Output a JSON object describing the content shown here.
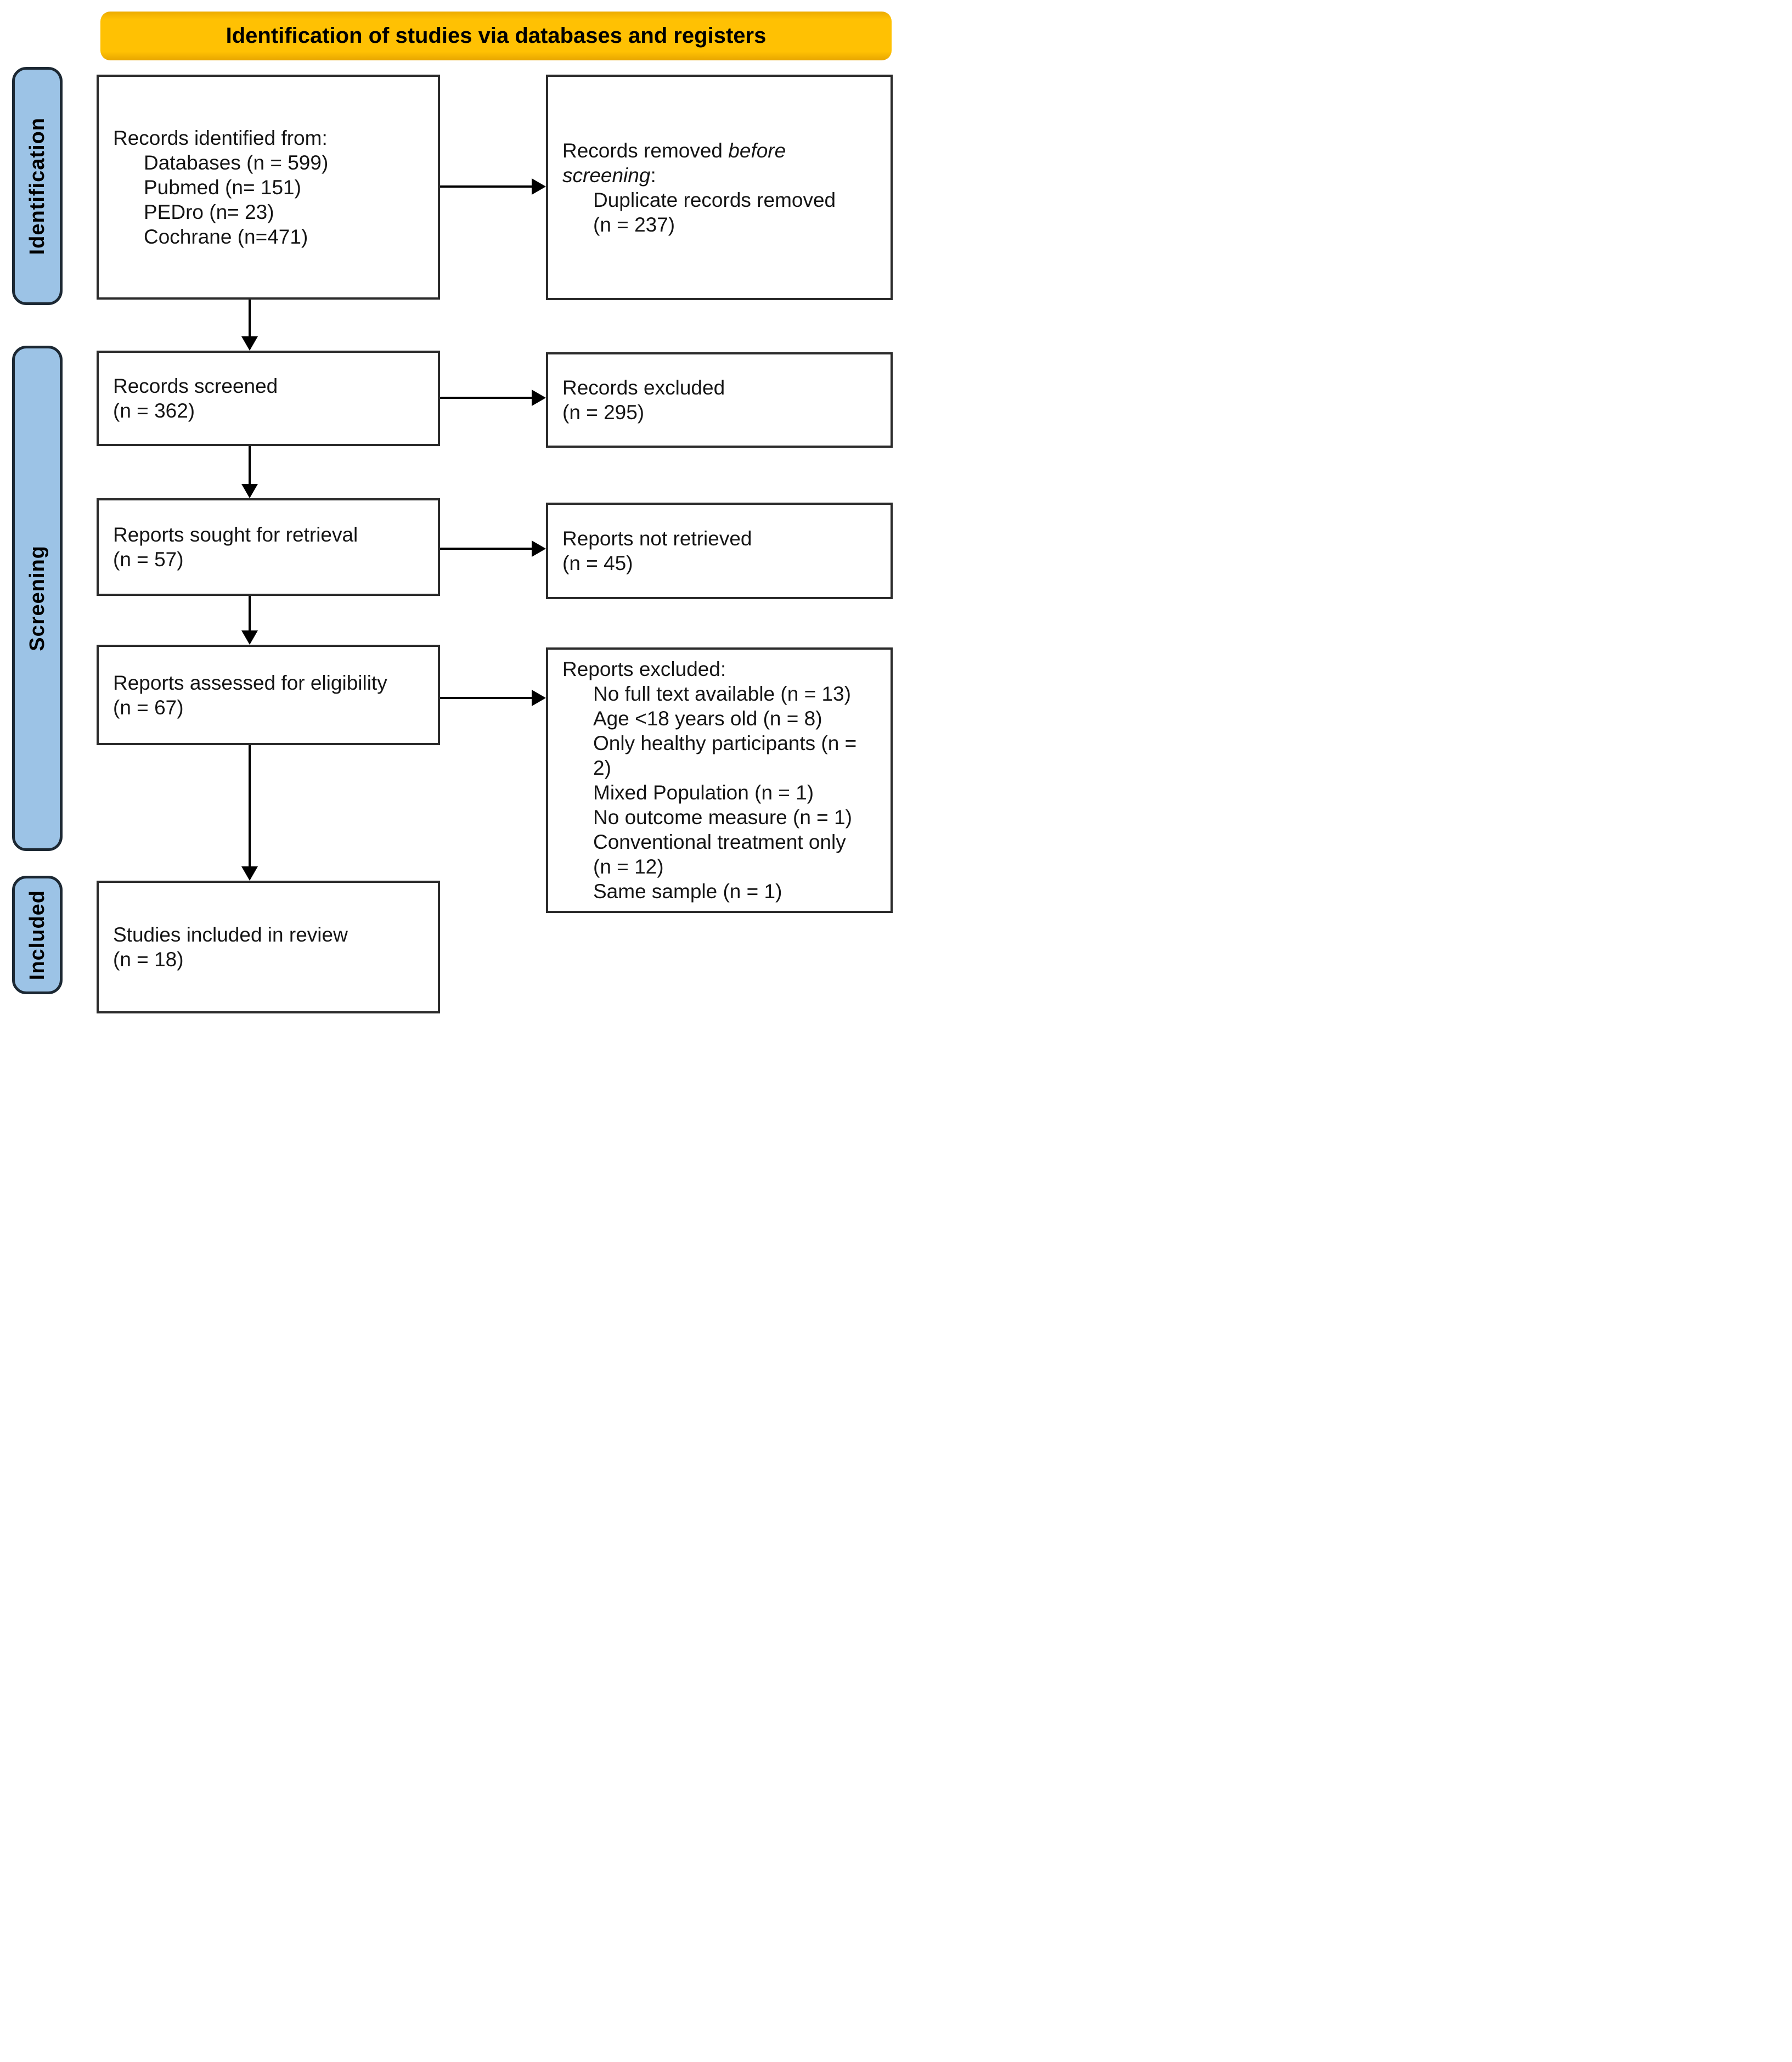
{
  "title_banner": {
    "label": "Identification of studies via databases and registers"
  },
  "sidebar": {
    "stages": [
      {
        "label": "Identification"
      },
      {
        "label": "Screening"
      },
      {
        "label": "Included"
      }
    ]
  },
  "boxes": {
    "records_identified": {
      "lines": [
        {
          "text": "Records identified from:",
          "indent": false
        },
        {
          "text": "Databases (n = 599)",
          "indent": true
        },
        {
          "text": "Pubmed (n= 151)",
          "indent": true
        },
        {
          "text": "PEDro (n= 23)",
          "indent": true
        },
        {
          "text": "Cochrane (n=471)",
          "indent": true
        }
      ]
    },
    "records_removed": {
      "lines": [
        {
          "segments": [
            {
              "text": "Records removed",
              "italic": false
            },
            {
              "text": "before",
              "italic": true
            }
          ],
          "indent": false
        },
        {
          "segments": [
            {
              "text": "screening",
              "italic": true
            },
            {
              "text": ":",
              "italic": false
            }
          ],
          "indent": false
        },
        {
          "text": "Duplicate records removed",
          "indent": true
        },
        {
          "text": "(n = 237)",
          "indent": true
        }
      ]
    },
    "records_screened": {
      "lines": [
        {
          "text": "Records screened",
          "indent": false
        },
        {
          "text": "(n = 362)",
          "indent": false
        }
      ]
    },
    "records_excluded": {
      "lines": [
        {
          "text": "Records excluded",
          "indent": false
        },
        {
          "text": "(n = 295)",
          "indent": false
        }
      ]
    },
    "reports_sought": {
      "lines": [
        {
          "text": "Reports sought for retrieval",
          "indent": false
        },
        {
          "text": "(n = 57)",
          "indent": false
        }
      ]
    },
    "reports_not_retrieved": {
      "lines": [
        {
          "text": "Reports not retrieved",
          "indent": false
        },
        {
          "text": "(n = 45)",
          "indent": false
        }
      ]
    },
    "reports_assessed": {
      "lines": [
        {
          "text": "Reports assessed for eligibility",
          "indent": false
        },
        {
          "text": "(n = 67)",
          "indent": false
        }
      ]
    },
    "reports_excluded": {
      "lines": [
        {
          "text": "Reports excluded:",
          "indent": false
        },
        {
          "text": "No full text available (n = 13)",
          "indent": true
        },
        {
          "text": "Age <18 years old (n = 8)",
          "indent": true
        },
        {
          "text": "Only healthy participants (n =",
          "indent": true
        },
        {
          "text": "2)",
          "indent": true
        },
        {
          "text": "Mixed Population (n = 1)",
          "indent": true
        },
        {
          "text": "No outcome measure (n = 1)",
          "indent": true
        },
        {
          "text": "Conventional treatment only",
          "indent": true
        },
        {
          "text": "(n = 12)",
          "indent": true
        },
        {
          "text": "Same sample (n = 1)",
          "indent": true
        }
      ]
    },
    "studies_included": {
      "lines": [
        {
          "text": "Studies included in review",
          "indent": false
        },
        {
          "text": "(n = 18)",
          "indent": false
        }
      ]
    }
  },
  "colors": {
    "banner_bg": "#FFC000",
    "sidebar_bg": "#9CC3E6",
    "sidebar_border": "#1C2833",
    "box_border": "#2B2B2B",
    "arrow": "#000000",
    "text": "#151515"
  }
}
